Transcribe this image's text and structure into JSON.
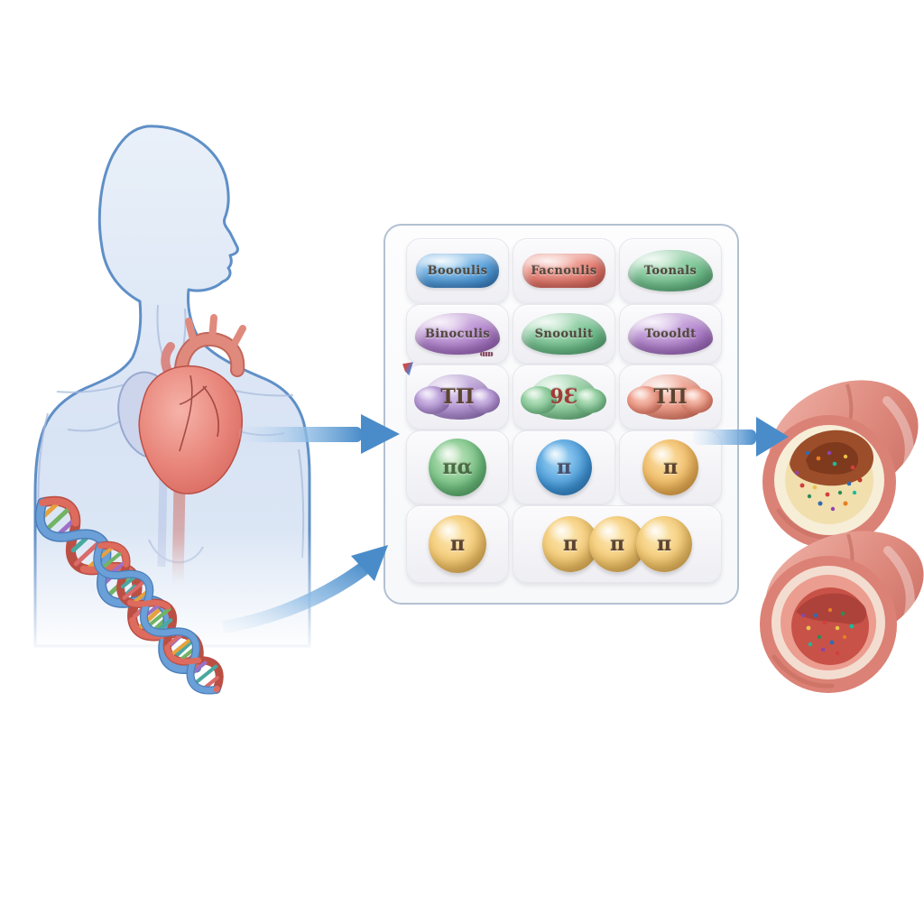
{
  "panel": {
    "rows": [
      {
        "cells": [
          {
            "label": "Boooulis"
          },
          {
            "label": "Facnoulis"
          },
          {
            "label": "Toonals"
          }
        ]
      },
      {
        "cells": [
          {
            "label": "Binoculis"
          },
          {
            "label": "Snooulit"
          },
          {
            "label": "Toooldt"
          }
        ]
      },
      {
        "cells": [
          {
            "symbol": "ΤΠ"
          },
          {
            "symbol": "9Ɛ"
          },
          {
            "symbol": "ΤΠ"
          }
        ]
      },
      {
        "cells": [
          {
            "symbol": "πα"
          },
          {
            "symbol": "π"
          },
          {
            "symbol": "π"
          }
        ]
      },
      {
        "cells": [
          {
            "symbol": "π"
          },
          {
            "symbols": [
              "π",
              "π",
              "π"
            ]
          }
        ]
      }
    ]
  },
  "palette": {
    "arrow_blue": "#4a8cc9",
    "body_fill": "#dce7f5",
    "body_outline": "#5f8fc7",
    "heart_red": "#e8857a",
    "panel_border": "#b3c0d2",
    "pill_blue": "#4f9ad8",
    "pill_red": "#e4766a",
    "blob_green": "#6cbd89",
    "blob_purple": "#ab79c8",
    "cloud_purple": "#a988cc",
    "cloud_green": "#7cc48f",
    "cloud_salmon": "#e98873",
    "sphere_green": "#6cbd7c",
    "sphere_blue": "#3f96d9",
    "sphere_orange": "#f0b559",
    "sphere_yellow": "#f3c468",
    "dna_strand_blue": "#6b9fd8",
    "dna_strand_red": "#dd6b5e",
    "vessel_pink": "#e09188",
    "vessel_wall_cream": "#f6ecd6",
    "plaque_brown": "#9c4e2a",
    "lumen_red": "#c85247"
  }
}
